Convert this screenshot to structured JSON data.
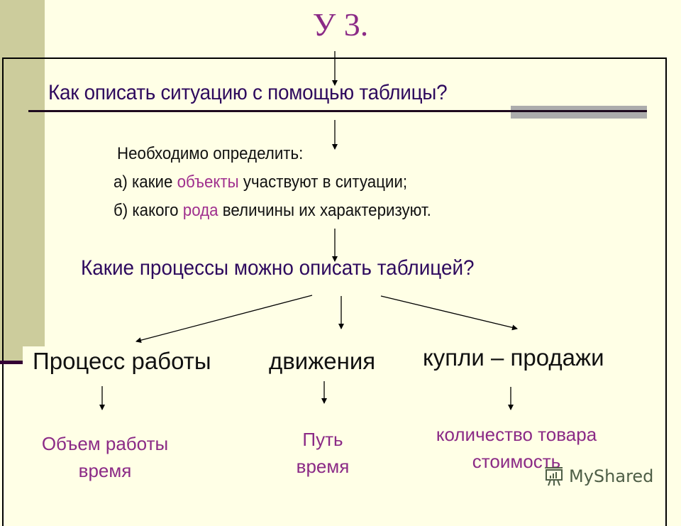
{
  "slide": {
    "title": "У 3.",
    "question_1": "Как описать ситуацию с помощью таблицы?",
    "need_label": "Необходимо определить:",
    "item_a": {
      "prefix": "а) какие ",
      "highlight": "объекты",
      "suffix": " участвуют в ситуации;"
    },
    "item_b": {
      "prefix": "б) какого ",
      "highlight": "рода",
      "suffix": " величины их характеризуют."
    },
    "question_2": "Какие процессы можно описать таблицей?",
    "categories": [
      {
        "label": "Процесс работы",
        "values": [
          "Объем работы",
          "время"
        ]
      },
      {
        "label": "движения",
        "values": [
          "Путь",
          "время"
        ]
      },
      {
        "label": "купли – продажи",
        "values": [
          "количество товара",
          "стоимость"
        ]
      }
    ]
  },
  "watermark": {
    "icon": "presentation-board-icon",
    "text": "MyShared"
  },
  "colors": {
    "background": "#FFFFE6",
    "left_strip": "#CCCC9C",
    "title": "#8B2A86",
    "question": "#2E0A5E",
    "highlight": "#A0308E",
    "body_text": "#111111"
  }
}
